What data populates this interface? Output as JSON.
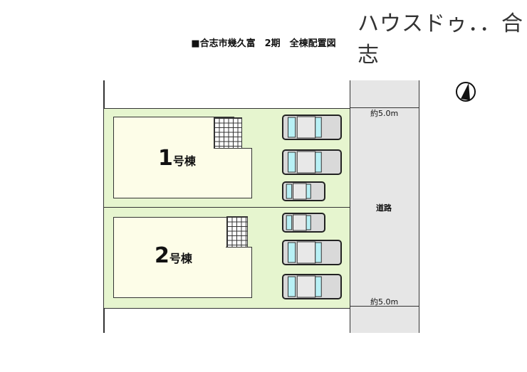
{
  "header": {
    "brand": "ハウスドゥ．．合志",
    "title": "■合志市幾久富　2期　全棟配置図"
  },
  "plan": {
    "buildings": [
      {
        "number": "1",
        "suffix": "号棟"
      },
      {
        "number": "2",
        "suffix": "号棟"
      }
    ],
    "road": {
      "label": "道路",
      "width_top": "約5.0m",
      "width_bottom": "約5.0m"
    },
    "parking_spaces": 6,
    "colors": {
      "lot": "#e6f5cf",
      "building": "#fdfde8",
      "road": "#e6e6e6",
      "window": "#b8f0f5"
    }
  }
}
